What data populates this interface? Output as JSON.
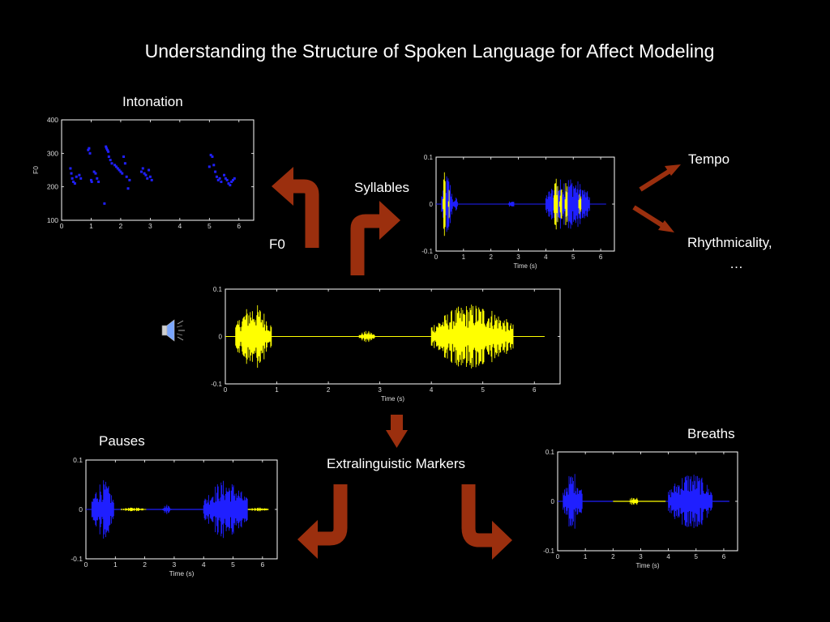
{
  "title": "Understanding the Structure of Spoken Language for Affect Modeling",
  "labels": {
    "intonation": "Intonation",
    "f0": "F0",
    "syllables": "Syllables",
    "tempo": "Tempo",
    "rhythm_1": "Rhythmicality,",
    "rhythm_2": "…",
    "pauses": "Pauses",
    "extralinguistic": "Extralinguistic Markers",
    "breaths": "Breaths"
  },
  "icons": {
    "speaker": "speaker-icon",
    "arrow": "curved-arrow-icon"
  },
  "colors": {
    "background": "#000000",
    "arrow": "#9b2f0e",
    "waveform_main": "#ffff00",
    "waveform_alt": "#1f1fff",
    "f0_points": "#2020ff"
  },
  "chart_data": [
    {
      "id": "intonation",
      "type": "scatter",
      "ylabel": "F0",
      "xlabel": "",
      "xlim": [
        0,
        6.5
      ],
      "ylim": [
        100,
        400
      ],
      "xticks": [
        "0",
        "1",
        "2",
        "3",
        "4",
        "5",
        "6"
      ],
      "yticks": [
        "100",
        "200",
        "300",
        "400"
      ],
      "series": [
        {
          "color": "#2020ff",
          "x": [
            0.3,
            0.33,
            0.36,
            0.4,
            0.45,
            0.5,
            0.6,
            0.65,
            0.9,
            0.93,
            0.96,
            1.0,
            1.02,
            1.1,
            1.15,
            1.2,
            1.25,
            1.45,
            1.5,
            1.52,
            1.55,
            1.58,
            1.6,
            1.65,
            1.7,
            1.8,
            1.85,
            1.9,
            1.95,
            2.0,
            2.05,
            2.1,
            2.15,
            2.2,
            2.25,
            2.3,
            2.7,
            2.75,
            2.8,
            2.85,
            2.9,
            2.95,
            3.0,
            3.05,
            5.0,
            5.05,
            5.1,
            5.15,
            5.2,
            5.25,
            5.3,
            5.35,
            5.4,
            5.5,
            5.55,
            5.6,
            5.65,
            5.7,
            5.75,
            5.8,
            5.85
          ],
          "y": [
            255,
            240,
            225,
            215,
            210,
            230,
            235,
            225,
            310,
            315,
            300,
            220,
            215,
            245,
            240,
            225,
            215,
            150,
            320,
            315,
            310,
            305,
            290,
            280,
            270,
            265,
            260,
            255,
            250,
            245,
            240,
            290,
            270,
            230,
            195,
            220,
            245,
            255,
            240,
            235,
            225,
            250,
            230,
            220,
            260,
            295,
            290,
            265,
            245,
            230,
            220,
            225,
            215,
            235,
            225,
            220,
            210,
            205,
            215,
            220,
            225
          ]
        }
      ]
    },
    {
      "id": "syllables",
      "type": "line",
      "xlabel": "Time (s)",
      "ylabel": "",
      "xlim": [
        0,
        6.5
      ],
      "ylim": [
        -0.1,
        0.1
      ],
      "xticks": [
        "0",
        "1",
        "2",
        "3",
        "4",
        "5",
        "6"
      ],
      "yticks": [
        "-0.1",
        "0",
        "0.1"
      ],
      "segments": [
        [
          0.2,
          0.6,
          0.065,
          "#1f1fff"
        ],
        [
          0.25,
          0.35,
          0.075,
          "#ffff00"
        ],
        [
          0.45,
          0.5,
          0.05,
          "#ffff00"
        ],
        [
          0.62,
          0.8,
          0.015,
          "#1f1fff"
        ],
        [
          2.65,
          2.85,
          0.01,
          "#1f1fff"
        ],
        [
          4.0,
          5.6,
          0.06,
          "#1f1fff"
        ],
        [
          4.3,
          4.45,
          0.07,
          "#ffff00"
        ],
        [
          4.5,
          4.6,
          0.05,
          "#ffff00"
        ],
        [
          4.7,
          4.8,
          0.06,
          "#ffff00"
        ],
        [
          5.2,
          5.3,
          0.045,
          "#ffff00"
        ]
      ]
    },
    {
      "id": "main_waveform",
      "type": "line",
      "xlabel": "Time (s)",
      "ylabel": "",
      "xlim": [
        0,
        6.5
      ],
      "ylim": [
        -0.1,
        0.1
      ],
      "xticks": [
        "0",
        "1",
        "2",
        "3",
        "4",
        "5",
        "6"
      ],
      "yticks": [
        "-0.1",
        "0",
        "0.1"
      ],
      "segments": [
        [
          0.2,
          0.9,
          0.07,
          "#ffff00"
        ],
        [
          2.6,
          2.9,
          0.012,
          "#ffff00"
        ],
        [
          4.0,
          5.6,
          0.07,
          "#ffff00"
        ]
      ]
    },
    {
      "id": "pauses",
      "type": "line",
      "xlabel": "Time (s)",
      "ylabel": "",
      "xlim": [
        0,
        6.5
      ],
      "ylim": [
        -0.1,
        0.1
      ],
      "xticks": [
        "0",
        "1",
        "2",
        "3",
        "4",
        "5",
        "6"
      ],
      "yticks": [
        "-0.1",
        "0",
        "0.1"
      ],
      "segments": [
        [
          0.2,
          0.95,
          0.06,
          "#1f1fff"
        ],
        [
          1.2,
          2.05,
          0.004,
          "#ffff00"
        ],
        [
          2.6,
          2.9,
          0.01,
          "#1f1fff"
        ],
        [
          4.0,
          5.5,
          0.06,
          "#1f1fff"
        ],
        [
          5.5,
          6.2,
          0.004,
          "#ffff00"
        ]
      ],
      "baseline": [
        [
          0.95,
          1.2,
          "#1f1fff"
        ],
        [
          2.05,
          2.6,
          "#1f1fff"
        ],
        [
          2.9,
          4.0,
          "#1f1fff"
        ]
      ]
    },
    {
      "id": "breaths",
      "type": "line",
      "xlabel": "Time (s)",
      "ylabel": "",
      "xlim": [
        0,
        6.5
      ],
      "ylim": [
        -0.1,
        0.1
      ],
      "xticks": [
        "0",
        "1",
        "2",
        "3",
        "4",
        "5",
        "6"
      ],
      "yticks": [
        "-0.1",
        "0",
        "0.1"
      ],
      "segments": [
        [
          0.2,
          0.9,
          0.06,
          "#1f1fff"
        ],
        [
          2.6,
          2.9,
          0.012,
          "#ffff00"
        ],
        [
          4.0,
          5.6,
          0.06,
          "#1f1fff"
        ]
      ],
      "baseline": [
        [
          0.9,
          2.0,
          "#1f1fff"
        ],
        [
          2.0,
          2.6,
          "#ffff00"
        ],
        [
          2.9,
          3.9,
          "#ffff00"
        ],
        [
          5.6,
          6.2,
          "#1f1fff"
        ]
      ]
    }
  ]
}
